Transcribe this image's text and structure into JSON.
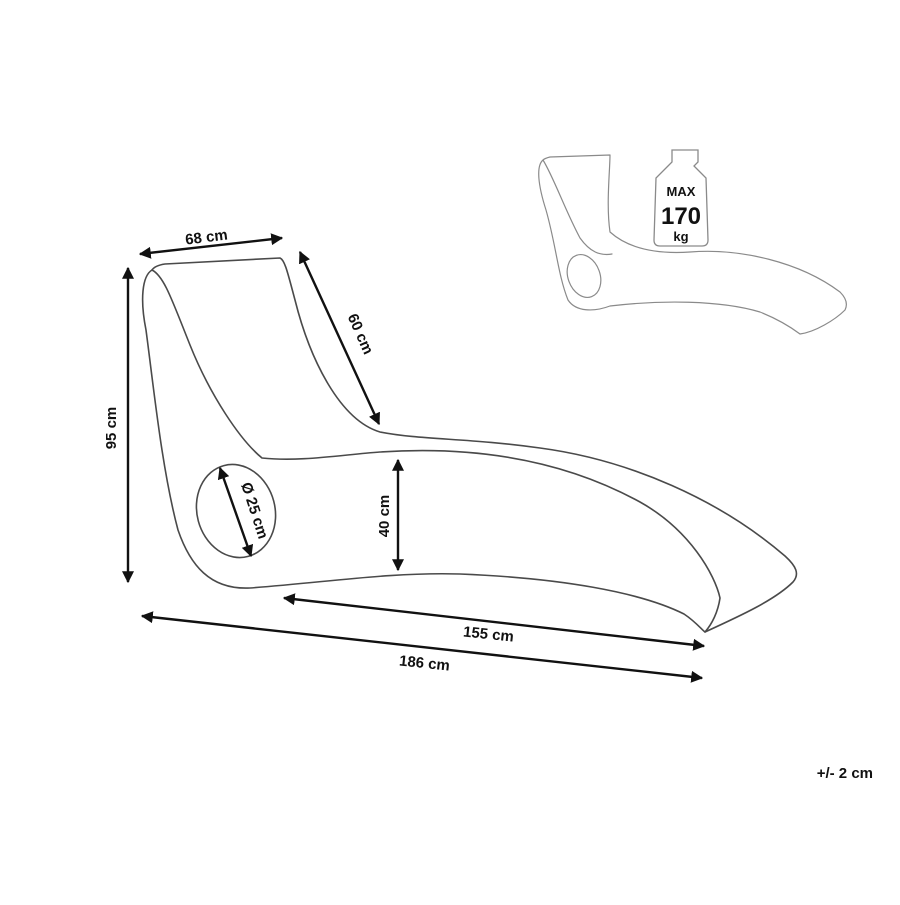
{
  "dimensions": {
    "width": "68 cm",
    "backrest": "60 cm",
    "height": "95 cm",
    "hole": "Ø 25 cm",
    "seat_height": "40 cm",
    "base_length": "155 cm",
    "total_length": "186 cm"
  },
  "weight_badge": {
    "line1": "MAX",
    "line2": "170",
    "line3": "kg"
  },
  "tolerance": "+/- 2 cm",
  "colors": {
    "outline": "#4a4a4a",
    "dimension": "#111111",
    "background": "#ffffff"
  }
}
